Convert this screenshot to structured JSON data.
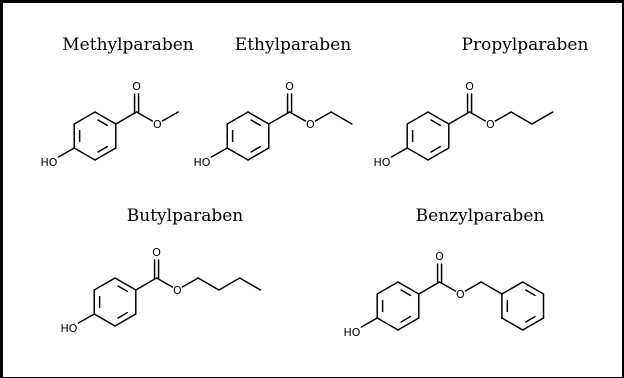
{
  "molecules": [
    {
      "name": "Methylparaben",
      "hydroxyl_label": "HO",
      "carbonyl_label": "O",
      "ester_label": "O",
      "chain_carbons": 1,
      "substituent": "alkyl"
    },
    {
      "name": "Ethylparaben",
      "hydroxyl_label": "HO",
      "carbonyl_label": "O",
      "ester_label": "O",
      "chain_carbons": 2,
      "substituent": "alkyl"
    },
    {
      "name": "Propylparaben",
      "hydroxyl_label": "HO",
      "carbonyl_label": "O",
      "ester_label": "O",
      "chain_carbons": 3,
      "substituent": "alkyl"
    },
    {
      "name": "Butylparaben",
      "hydroxyl_label": "HO",
      "carbonyl_label": "O",
      "ester_label": "O",
      "chain_carbons": 4,
      "substituent": "alkyl"
    },
    {
      "name": "Benzylparaben",
      "hydroxyl_label": "HO",
      "carbonyl_label": "O",
      "ester_label": "O",
      "chain_carbons": 1,
      "substituent": "benzyl"
    }
  ]
}
